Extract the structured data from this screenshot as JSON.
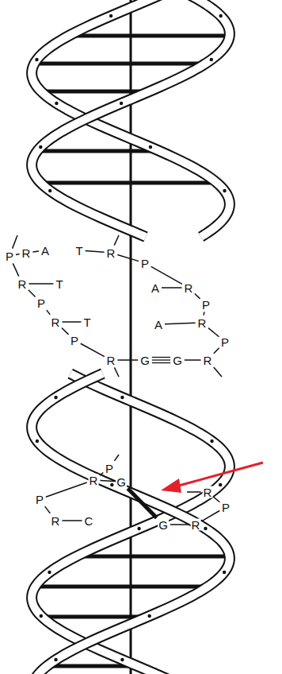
{
  "diagram": {
    "labels": [
      "P",
      "R",
      "A",
      "T",
      "R",
      "P",
      "R",
      "T",
      "A",
      "R",
      "P",
      "P",
      "R",
      "T",
      "A",
      "R",
      "P",
      "P",
      "R",
      "G",
      "G",
      "R",
      "P",
      "R",
      "G",
      "R",
      "P",
      "P",
      "R",
      "C",
      "G",
      "R"
    ]
  }
}
